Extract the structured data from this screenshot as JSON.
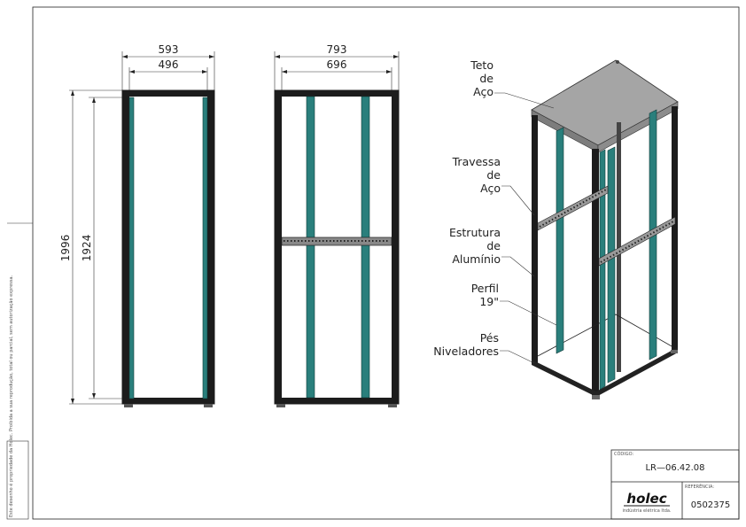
{
  "dimensions": {
    "front_outer_width": "593",
    "front_inner_width": "496",
    "side_outer_width": "793",
    "side_inner_width": "696",
    "total_height": "1996",
    "inner_height": "1924"
  },
  "callouts": {
    "teto": [
      "Teto",
      "de",
      "Aço"
    ],
    "travessa": [
      "Travessa",
      "de",
      "Aço"
    ],
    "estrutura": [
      "Estrutura",
      "de",
      "Alumínio"
    ],
    "perfil": [
      "Perfil",
      "19\""
    ],
    "pes": [
      "Pés",
      "Niveladores"
    ]
  },
  "title_block": {
    "code_label": "CÓDIGO:",
    "code_value": "LR—06.42.08",
    "reference_label": "REFERÊNCIA:",
    "reference_value": "0502375",
    "logo_text": "holec",
    "logo_subtitle": "indústria elétrica ltda."
  },
  "side_note": "Este desenho é propriedade da Holec. Proibida a sua reprodução, total ou parcial, sem autorização expressa."
}
